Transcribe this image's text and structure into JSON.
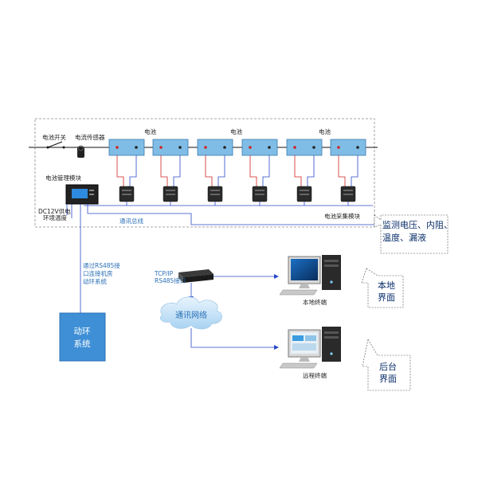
{
  "labels": {
    "battery_switch": "电池开关",
    "current_sensor": "电流传感器",
    "battery_1": "电池",
    "battery_2": "电池",
    "battery_3": "电池",
    "bms_module": "电池管理模块",
    "dc12v": "DC12V供电",
    "env_temp": "环境温度",
    "comm_bus": "通讯总线",
    "collector": "电池采集模块",
    "monitor_line1": "监测电压、内阻、",
    "monitor_line2": "温度、漏液",
    "rs485_line1": "通过RS485接",
    "rs485_line2": "口连接机房",
    "rs485_line3": "动环系统",
    "tcpip_line1": "TCP/IP",
    "tcpip_line2": "RS485接口",
    "network": "通讯网络",
    "local_terminal": "本地终端",
    "remote_terminal": "远程终端",
    "env_system_line1": "动环",
    "env_system_line2": "系统",
    "local_ui_line1": "本地",
    "local_ui_line2": "界面",
    "remote_ui_line1": "后台",
    "remote_ui_line2": "界面"
  },
  "colors": {
    "battery_fill": "#7fbde6",
    "battery_stroke": "#3a78b0",
    "red_wire": "#d22222",
    "blue_wire": "#2b48c8",
    "env_box": "#3f8fd6",
    "accent_text": "#2a6fb5"
  }
}
